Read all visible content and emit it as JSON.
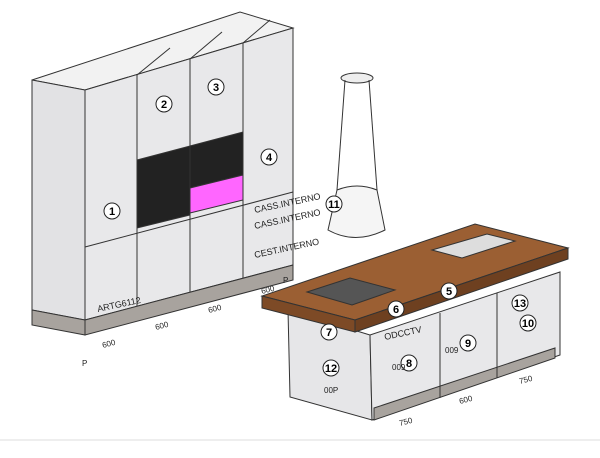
{
  "markers": [
    "1",
    "2",
    "3",
    "4",
    "5",
    "6",
    "7",
    "8",
    "9",
    "10",
    "11",
    "12",
    "13"
  ],
  "tall_units": {
    "article_code": "ARTG6112",
    "drawer_labels": [
      "CASS.INTERNO",
      "CASS.INTERNO",
      "CEST.INTERNO"
    ],
    "widths": [
      "600",
      "600",
      "600",
      "600"
    ],
    "p_labels": [
      "P",
      "P"
    ]
  },
  "island": {
    "front_widths": [
      "750",
      "600",
      "750"
    ],
    "side_code": "ODCCTV",
    "door_codes": [
      "009",
      "009",
      "00P"
    ]
  },
  "colors": {
    "cabinet": "#e6e6e8",
    "worktop": "#9b5f33",
    "plinth": "#a8a39e",
    "oven_light": "#ff66ff",
    "outline": "#333333"
  }
}
